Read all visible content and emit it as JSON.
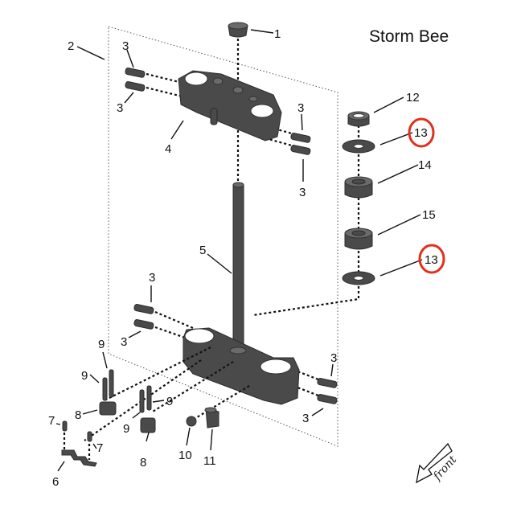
{
  "title": "Storm Bee",
  "highlight_color": "#e0301e",
  "direction_indicator": {
    "label": "front",
    "icon": "arrow-down-left-icon"
  },
  "callouts": [
    {
      "id": "1",
      "label": "1"
    },
    {
      "id": "2",
      "label": "2"
    },
    {
      "id": "3a",
      "label": "3"
    },
    {
      "id": "3b",
      "label": "3"
    },
    {
      "id": "3c",
      "label": "3"
    },
    {
      "id": "3d",
      "label": "3"
    },
    {
      "id": "3e",
      "label": "3"
    },
    {
      "id": "3f",
      "label": "3"
    },
    {
      "id": "3g",
      "label": "3"
    },
    {
      "id": "3h",
      "label": "3"
    },
    {
      "id": "4",
      "label": "4"
    },
    {
      "id": "5",
      "label": "5"
    },
    {
      "id": "6",
      "label": "6"
    },
    {
      "id": "7a",
      "label": "7"
    },
    {
      "id": "7b",
      "label": "7"
    },
    {
      "id": "8a",
      "label": "8"
    },
    {
      "id": "8b",
      "label": "8"
    },
    {
      "id": "9a",
      "label": "9"
    },
    {
      "id": "9b",
      "label": "9"
    },
    {
      "id": "9c",
      "label": "9"
    },
    {
      "id": "9d",
      "label": "9"
    },
    {
      "id": "10",
      "label": "10"
    },
    {
      "id": "11",
      "label": "11"
    },
    {
      "id": "12",
      "label": "12"
    },
    {
      "id": "13a",
      "label": "13",
      "highlighted": true
    },
    {
      "id": "14",
      "label": "14"
    },
    {
      "id": "15",
      "label": "15"
    },
    {
      "id": "13b",
      "label": "13",
      "highlighted": true
    }
  ],
  "parts": [
    {
      "name": "cap",
      "callout": "1"
    },
    {
      "name": "steering-assembly-boundary",
      "callout": "2"
    },
    {
      "name": "bolt",
      "callout": "3"
    },
    {
      "name": "upper-triple-clamp",
      "callout": "4"
    },
    {
      "name": "steering-stem",
      "callout": "5"
    },
    {
      "name": "bracket",
      "callout": "6"
    },
    {
      "name": "small-bolt",
      "callout": "7"
    },
    {
      "name": "handlebar-riser-block",
      "callout": "8"
    },
    {
      "name": "long-bolt",
      "callout": "9"
    },
    {
      "name": "plug",
      "callout": "10"
    },
    {
      "name": "stem-stop-block",
      "callout": "11"
    },
    {
      "name": "nut",
      "callout": "12"
    },
    {
      "name": "washer",
      "callout": "13"
    },
    {
      "name": "upper-bearing",
      "callout": "14"
    },
    {
      "name": "lower-bearing",
      "callout": "15"
    }
  ]
}
